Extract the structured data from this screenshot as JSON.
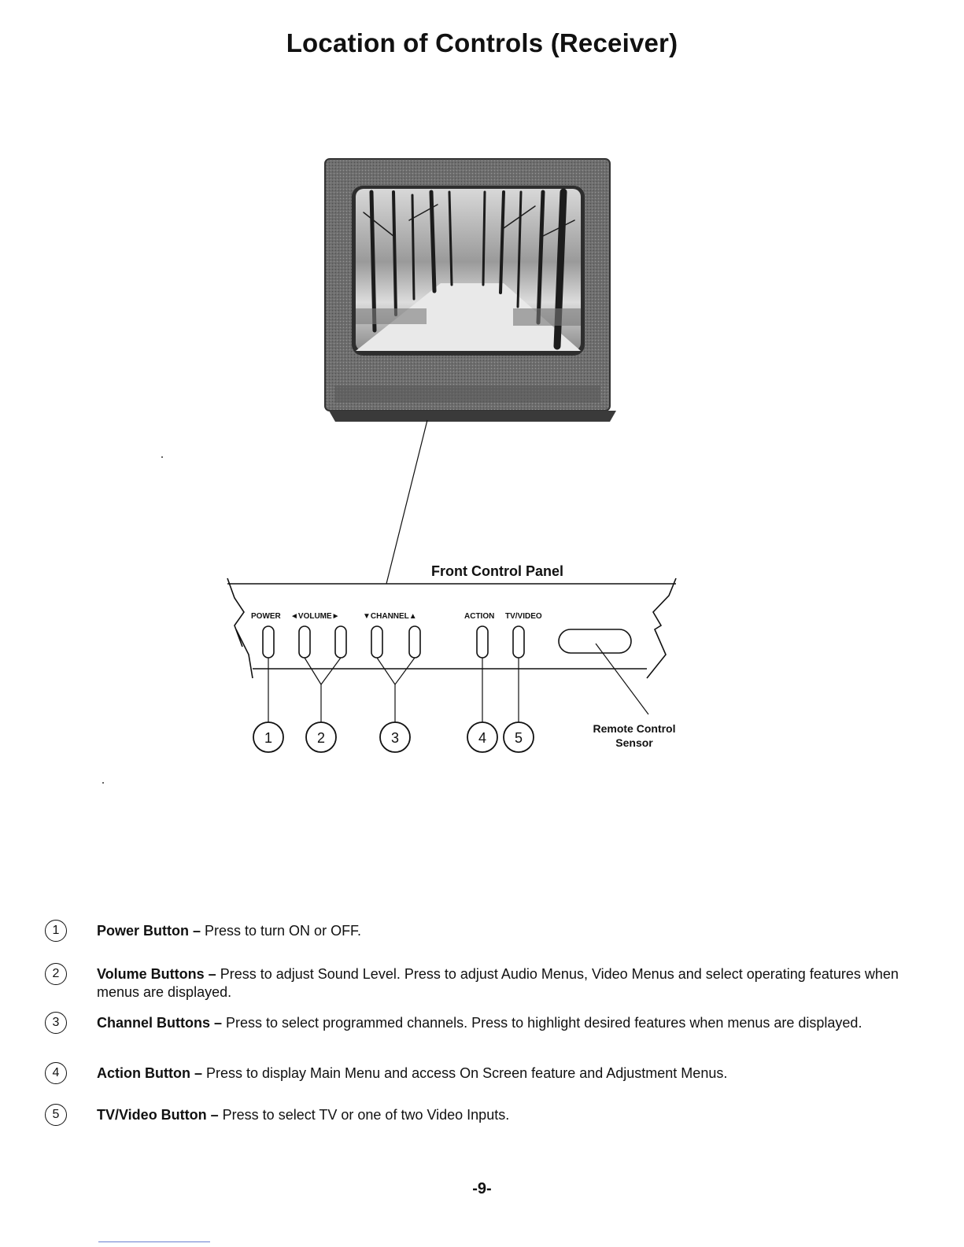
{
  "page": {
    "title": "Location of Controls (Receiver)",
    "page_number": "-9-"
  },
  "panel": {
    "title": "Front Control Panel",
    "labels": {
      "power": "POWER",
      "volume": "◄VOLUME►",
      "channel": "▼CHANNEL▲",
      "action": "ACTION",
      "tv_video": "TV/VIDEO"
    },
    "sensor_label_line1": "Remote Control",
    "sensor_label_line2": "Sensor",
    "callouts": [
      "1",
      "2",
      "3",
      "4",
      "5"
    ]
  },
  "descriptions": [
    {
      "num": "1",
      "title": "Power Button –",
      "text": " Press to turn ON or OFF."
    },
    {
      "num": "2",
      "title": "Volume Buttons –",
      "text": " Press to adjust Sound Level. Press to adjust Audio Menus, Video Menus and select operating features when menus are displayed."
    },
    {
      "num": "3",
      "title": "Channel Buttons –",
      "text": " Press to select programmed channels. Press to highlight desired features when menus are displayed."
    },
    {
      "num": "4",
      "title": "Action Button –",
      "text": " Press to display Main Menu and access On Screen feature and Adjustment Menus."
    },
    {
      "num": "5",
      "title": "TV/Video Button –",
      "text": " Press to select TV or one of two Video Inputs."
    }
  ],
  "colors": {
    "ink": "#111111",
    "footer_rule": "#6a7fd0"
  }
}
